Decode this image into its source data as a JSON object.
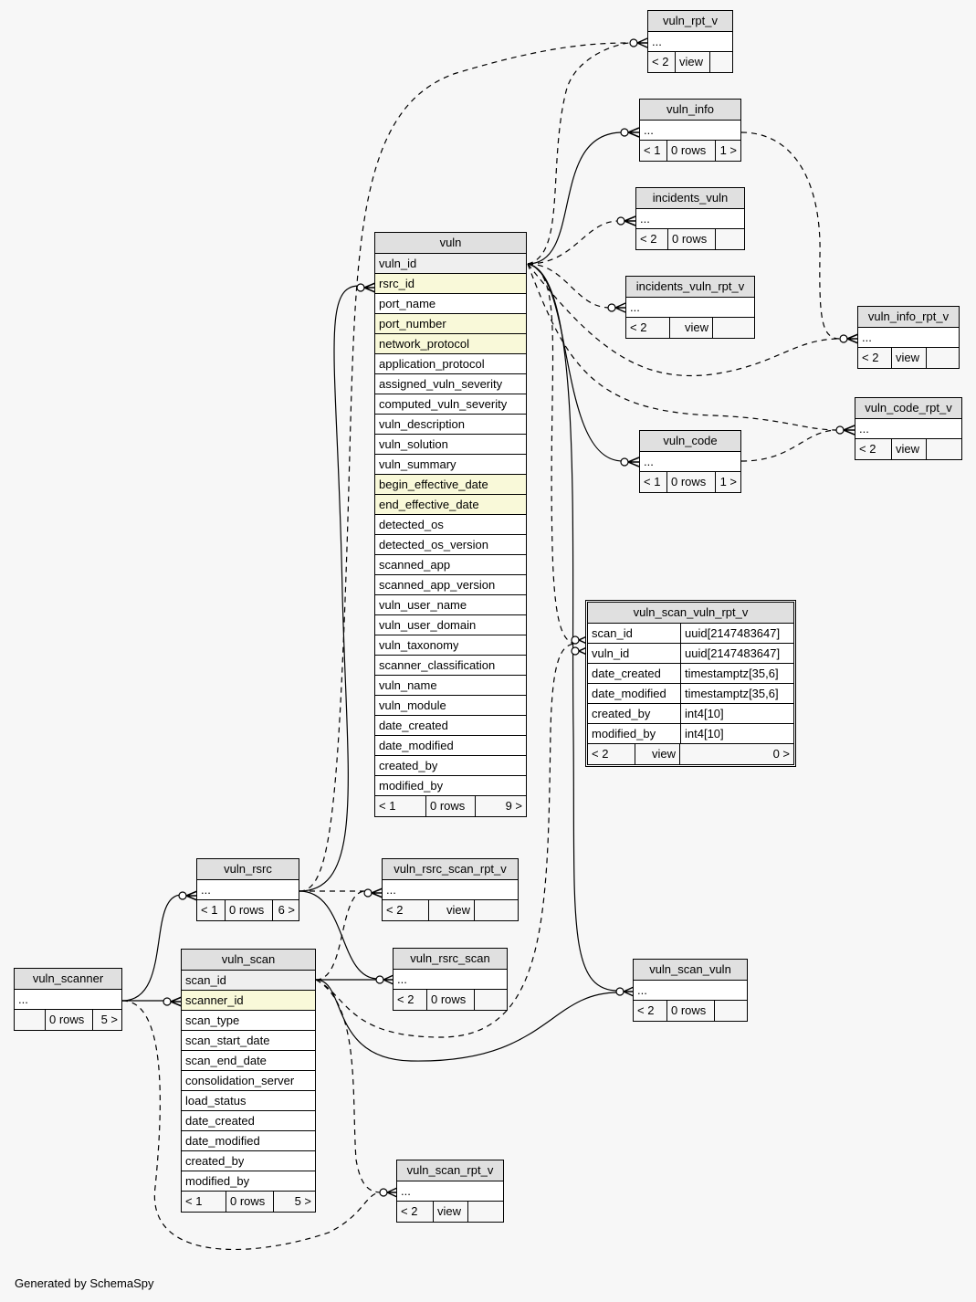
{
  "footer": "Generated by SchemaSpy",
  "tables": {
    "vuln_rpt_v": {
      "name": "vuln_rpt_v",
      "rows": [
        "..."
      ],
      "foot": [
        "< 2",
        "view",
        ""
      ]
    },
    "vuln_info": {
      "name": "vuln_info",
      "rows": [
        "..."
      ],
      "foot": [
        "< 1",
        "0 rows",
        "1 >"
      ]
    },
    "incidents_vuln": {
      "name": "incidents_vuln",
      "rows": [
        "..."
      ],
      "foot": [
        "< 2",
        "0 rows",
        ""
      ]
    },
    "incidents_vuln_rpt_v": {
      "name": "incidents_vuln_rpt_v",
      "rows": [
        "..."
      ],
      "foot": [
        "< 2",
        "view",
        ""
      ]
    },
    "vuln_info_rpt_v": {
      "name": "vuln_info_rpt_v",
      "rows": [
        "..."
      ],
      "foot": [
        "< 2",
        "view",
        ""
      ]
    },
    "vuln_code_rpt_v": {
      "name": "vuln_code_rpt_v",
      "rows": [
        "..."
      ],
      "foot": [
        "< 2",
        "view",
        ""
      ]
    },
    "vuln_code": {
      "name": "vuln_code",
      "rows": [
        "..."
      ],
      "foot": [
        "< 1",
        "0 rows",
        "1 >"
      ]
    },
    "vuln": {
      "name": "vuln",
      "columns": [
        {
          "name": "vuln_id",
          "kind": "pk"
        },
        {
          "name": "rsrc_id",
          "kind": "fk"
        },
        {
          "name": "port_name",
          "kind": "plain"
        },
        {
          "name": "port_number",
          "kind": "fk"
        },
        {
          "name": "network_protocol",
          "kind": "fk"
        },
        {
          "name": "application_protocol",
          "kind": "plain"
        },
        {
          "name": "assigned_vuln_severity",
          "kind": "plain"
        },
        {
          "name": "computed_vuln_severity",
          "kind": "plain"
        },
        {
          "name": "vuln_description",
          "kind": "plain"
        },
        {
          "name": "vuln_solution",
          "kind": "plain"
        },
        {
          "name": "vuln_summary",
          "kind": "plain"
        },
        {
          "name": "begin_effective_date",
          "kind": "fk"
        },
        {
          "name": "end_effective_date",
          "kind": "fk"
        },
        {
          "name": "detected_os",
          "kind": "plain"
        },
        {
          "name": "detected_os_version",
          "kind": "plain"
        },
        {
          "name": "scanned_app",
          "kind": "plain"
        },
        {
          "name": "scanned_app_version",
          "kind": "plain"
        },
        {
          "name": "vuln_user_name",
          "kind": "plain"
        },
        {
          "name": "vuln_user_domain",
          "kind": "plain"
        },
        {
          "name": "vuln_taxonomy",
          "kind": "plain"
        },
        {
          "name": "scanner_classification",
          "kind": "plain"
        },
        {
          "name": "vuln_name",
          "kind": "plain"
        },
        {
          "name": "vuln_module",
          "kind": "plain"
        },
        {
          "name": "date_created",
          "kind": "plain"
        },
        {
          "name": "date_modified",
          "kind": "plain"
        },
        {
          "name": "created_by",
          "kind": "plain"
        },
        {
          "name": "modified_by",
          "kind": "plain"
        }
      ],
      "foot": [
        "< 1",
        "0 rows",
        "9 >"
      ]
    },
    "vuln_scan_vuln_rpt_v": {
      "name": "vuln_scan_vuln_rpt_v",
      "columns": [
        {
          "name": "scan_id",
          "type": "uuid[2147483647]"
        },
        {
          "name": "vuln_id",
          "type": "uuid[2147483647]"
        },
        {
          "name": "date_created",
          "type": "timestamptz[35,6]"
        },
        {
          "name": "date_modified",
          "type": "timestamptz[35,6]"
        },
        {
          "name": "created_by",
          "type": "int4[10]"
        },
        {
          "name": "modified_by",
          "type": "int4[10]"
        }
      ],
      "foot": [
        "< 2",
        "view",
        "0 >"
      ]
    },
    "vuln_rsrc": {
      "name": "vuln_rsrc",
      "rows": [
        "..."
      ],
      "foot": [
        "< 1",
        "0 rows",
        "6 >"
      ]
    },
    "vuln_rsrc_scan_rpt_v": {
      "name": "vuln_rsrc_scan_rpt_v",
      "rows": [
        "..."
      ],
      "foot": [
        "< 2",
        "view",
        ""
      ]
    },
    "vuln_rsrc_scan": {
      "name": "vuln_rsrc_scan",
      "rows": [
        "..."
      ],
      "foot": [
        "< 2",
        "0 rows",
        ""
      ]
    },
    "vuln_scanner": {
      "name": "vuln_scanner",
      "rows": [
        "..."
      ],
      "foot": [
        "",
        "0 rows",
        "5 >"
      ]
    },
    "vuln_scan": {
      "name": "vuln_scan",
      "columns": [
        {
          "name": "scan_id",
          "kind": "pk"
        },
        {
          "name": "scanner_id",
          "kind": "fk"
        },
        {
          "name": "scan_type",
          "kind": "plain"
        },
        {
          "name": "scan_start_date",
          "kind": "plain"
        },
        {
          "name": "scan_end_date",
          "kind": "plain"
        },
        {
          "name": "consolidation_server",
          "kind": "plain"
        },
        {
          "name": "load_status",
          "kind": "plain"
        },
        {
          "name": "date_created",
          "kind": "plain"
        },
        {
          "name": "date_modified",
          "kind": "plain"
        },
        {
          "name": "created_by",
          "kind": "plain"
        },
        {
          "name": "modified_by",
          "kind": "plain"
        }
      ],
      "foot": [
        "< 1",
        "0 rows",
        "5 >"
      ]
    },
    "vuln_scan_vuln": {
      "name": "vuln_scan_vuln",
      "rows": [
        "..."
      ],
      "foot": [
        "< 2",
        "0 rows",
        ""
      ]
    },
    "vuln_scan_rpt_v": {
      "name": "vuln_scan_rpt_v",
      "rows": [
        "..."
      ],
      "foot": [
        "< 2",
        "view",
        ""
      ]
    }
  }
}
